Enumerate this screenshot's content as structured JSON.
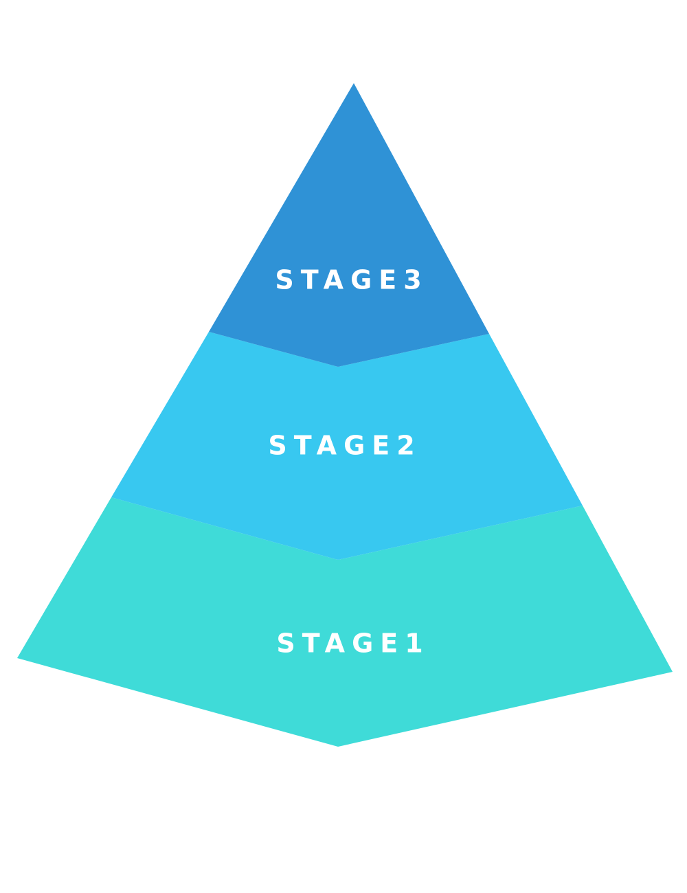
{
  "diagram": {
    "type": "pyramid",
    "stages": [
      {
        "id": "stage3",
        "label": "STAGE3",
        "color": "#2F92D6"
      },
      {
        "id": "stage2",
        "label": "STAGE2",
        "color": "#38C8F0"
      },
      {
        "id": "stage1",
        "label": "STAGE1",
        "color": "#3FDBD8"
      }
    ]
  }
}
